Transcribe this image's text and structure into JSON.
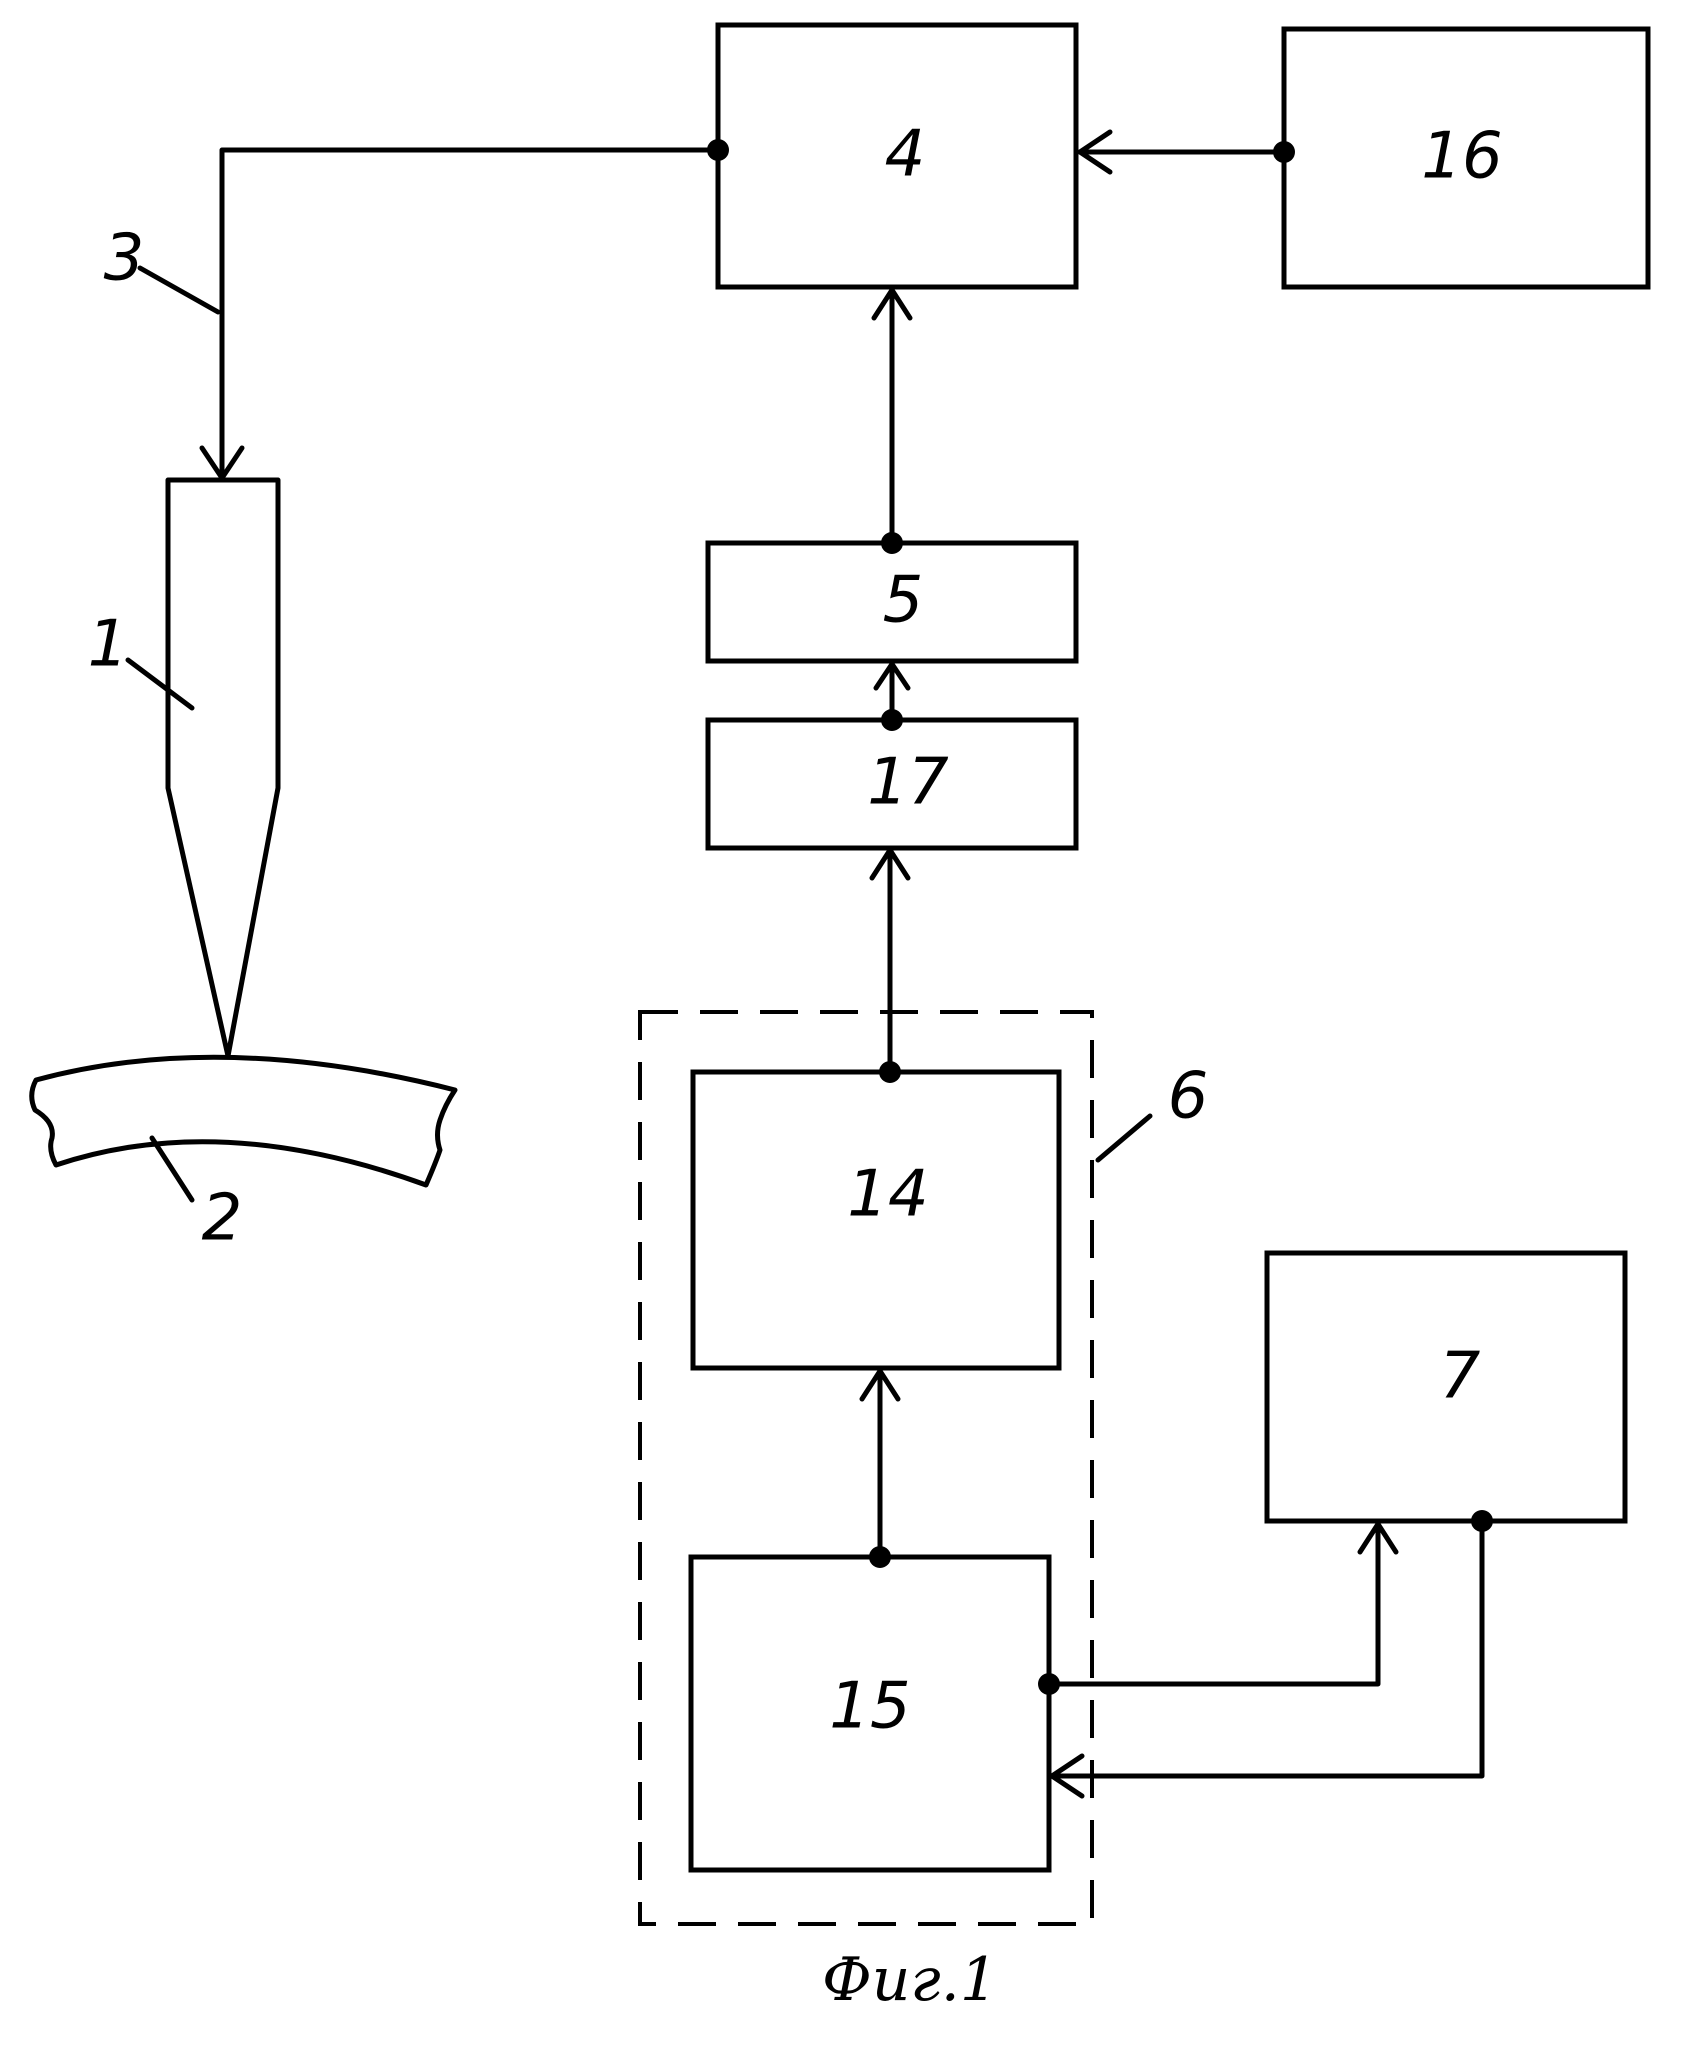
{
  "diagram": {
    "blocks": {
      "b4": "4",
      "b16": "16",
      "b5": "5",
      "b17": "17",
      "b14": "14",
      "b15": "15",
      "b7": "7"
    },
    "callouts": {
      "c1": "1",
      "c2": "2",
      "c3": "3",
      "c6": "6"
    },
    "caption": "Фиг.1"
  }
}
